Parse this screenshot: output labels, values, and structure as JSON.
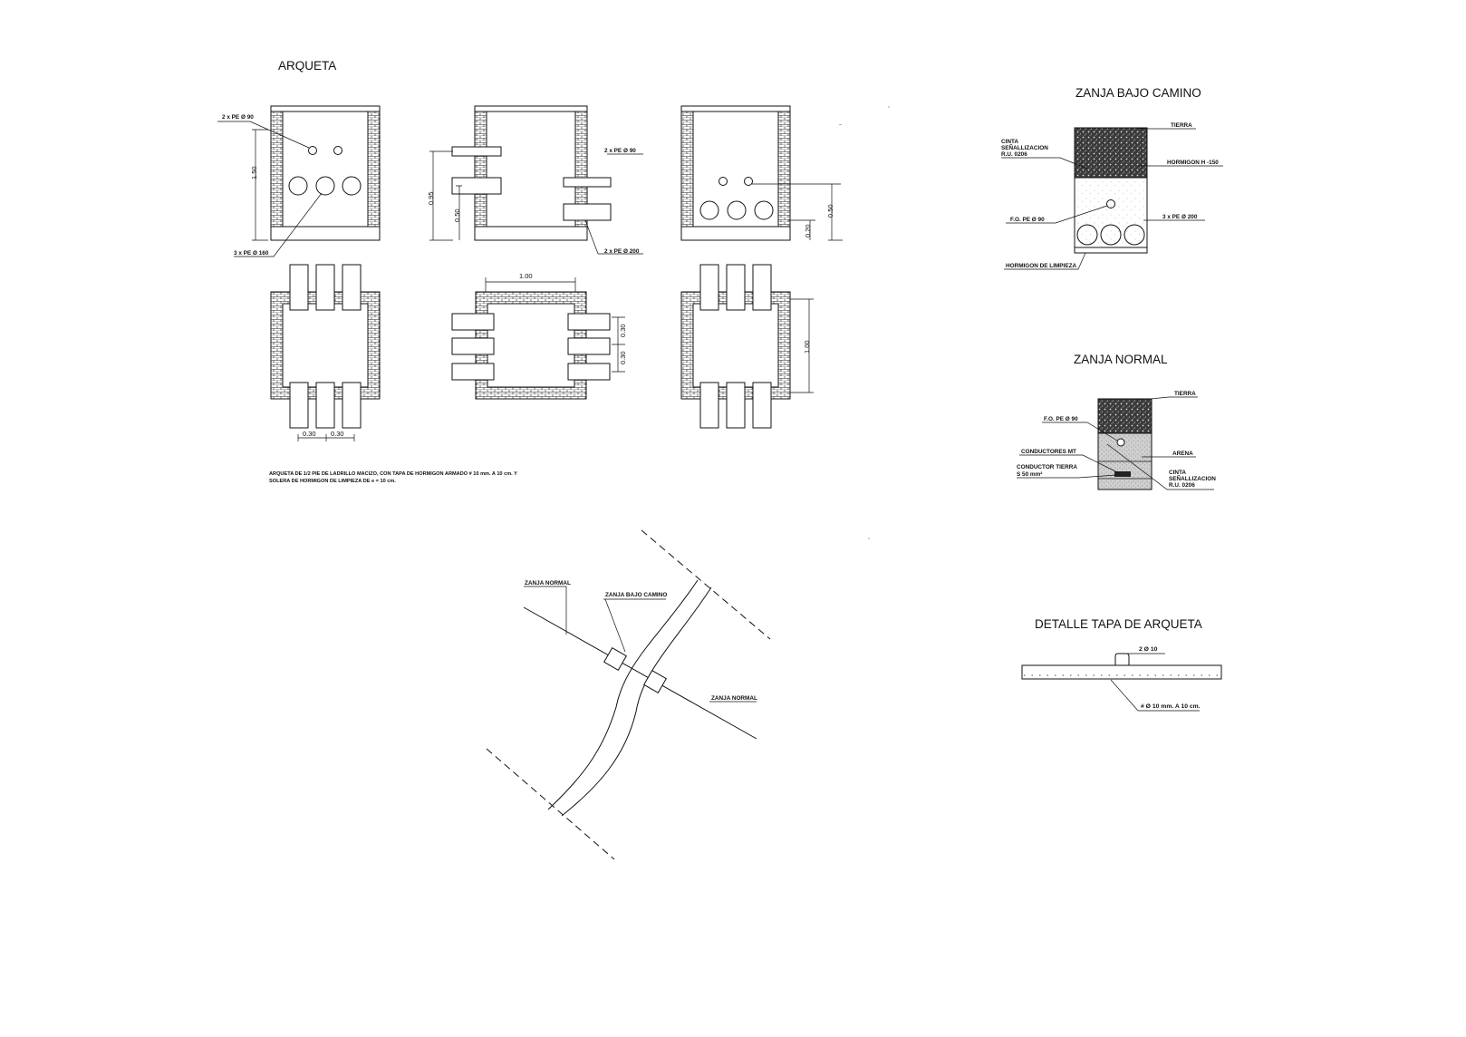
{
  "titles": {
    "arqueta": "ARQUETA",
    "zanja_bajo_camino": "ZANJA BAJO CAMINO",
    "zanja_normal": "ZANJA NORMAL",
    "detalle_tapa": "DETALLE  TAPA DE ARQUETA"
  },
  "arqueta": {
    "pipes_small_label": "2 x PE Ø 90",
    "pipes_large_label_left": "3 x PE Ø 160",
    "pipes_small_label_side": "2 x PE Ø 90",
    "pipes_large_label_side": "2 x PE Ø 200",
    "dims": {
      "height_total": "1.50",
      "side_095": "0.95",
      "side_050": "0.50",
      "right_050": "0.50",
      "right_020": "0.20",
      "plan_width": "1.00",
      "plan_030_a": "0.30",
      "plan_030_b": "0.30",
      "plan_bottom_030_a": "0.30",
      "plan_bottom_030_b": "0.30",
      "plan_right_100": "1.00"
    },
    "note_line1": "ARQUETA DE 1/2 PIE DE LADRILLO MACIZO, CON TAPA DE HORMIGON ARMADO # 10 mm. A 10 cm. Y",
    "note_line2": "SOLERA DE HORMIGON DE LIMPIEZA DE e = 10 cm."
  },
  "zanja_bajo_camino": {
    "tierra": "TIERRA",
    "cinta_1": "CINTA",
    "cinta_2": "SEÑALLIZACION",
    "cinta_3": "R.U. 0206",
    "hormigon": "HORMIGON H -150",
    "fo": "F.O. PE Ø 90",
    "pe200": "3 x PE Ø 200",
    "limpieza": "HORMIGON DE LIMPIEZA"
  },
  "zanja_normal": {
    "tierra": "TIERRA",
    "fo": "F.O. PE Ø 90",
    "conductores": "CONDUCTORES MT",
    "arena": "ARENA",
    "conductor_tierra_1": "CONDUCTOR TIERRA",
    "conductor_tierra_2": "S 50 mm²",
    "cinta_1": "CINTA",
    "cinta_2": "SEÑALLIZACION",
    "cinta_3": "R.U. 0206"
  },
  "detalle_tapa": {
    "top": "2 Ø 10",
    "bottom": "# Ø 10 mm. A 10 cm."
  },
  "plan_crossing": {
    "zn_left": "ZANJA NORMAL",
    "zbc": "ZANJA BAJO CAMINO",
    "zn_right": "ZANJA NORMAL"
  }
}
